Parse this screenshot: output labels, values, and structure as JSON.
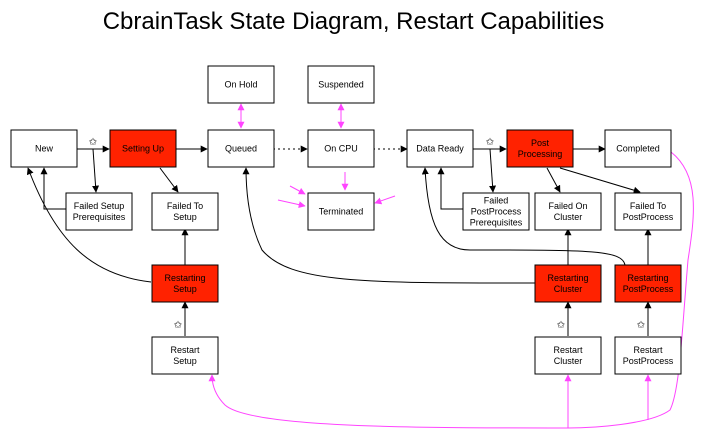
{
  "title": "CbrainTask State Diagram, Restart Capabilities",
  "colors": {
    "highlight": "#ff2200",
    "normal": "#ffffff",
    "edge": "#000000",
    "restart_edge": "#ff44ff"
  },
  "star_glyph": "✩",
  "nodes": [
    {
      "id": "on-hold",
      "lines": [
        "On Hold"
      ],
      "style": "normal"
    },
    {
      "id": "suspended",
      "lines": [
        "Suspended"
      ],
      "style": "normal"
    },
    {
      "id": "new",
      "lines": [
        "New"
      ],
      "style": "normal"
    },
    {
      "id": "setting-up",
      "lines": [
        "Setting Up"
      ],
      "style": "highlight"
    },
    {
      "id": "queued",
      "lines": [
        "Queued"
      ],
      "style": "normal"
    },
    {
      "id": "on-cpu",
      "lines": [
        "On CPU"
      ],
      "style": "normal"
    },
    {
      "id": "data-ready",
      "lines": [
        "Data Ready"
      ],
      "style": "normal"
    },
    {
      "id": "post-processing",
      "lines": [
        "Post",
        "Processing"
      ],
      "style": "highlight"
    },
    {
      "id": "completed",
      "lines": [
        "Completed"
      ],
      "style": "normal"
    },
    {
      "id": "failed-setup-prereq",
      "lines": [
        "Failed Setup",
        "Prerequisites"
      ],
      "style": "normal"
    },
    {
      "id": "failed-to-setup",
      "lines": [
        "Failed To",
        "Setup"
      ],
      "style": "normal"
    },
    {
      "id": "terminated",
      "lines": [
        "Terminated"
      ],
      "style": "normal"
    },
    {
      "id": "failed-postprocess-prereq",
      "lines": [
        "Failed",
        "PostProcess",
        "Prerequisites"
      ],
      "style": "normal"
    },
    {
      "id": "failed-on-cluster",
      "lines": [
        "Failed On",
        "Cluster"
      ],
      "style": "normal"
    },
    {
      "id": "failed-to-postprocess",
      "lines": [
        "Failed To",
        "PostProcess"
      ],
      "style": "normal"
    },
    {
      "id": "restarting-setup",
      "lines": [
        "Restarting",
        "Setup"
      ],
      "style": "highlight"
    },
    {
      "id": "restarting-cluster",
      "lines": [
        "Restarting",
        "Cluster"
      ],
      "style": "highlight"
    },
    {
      "id": "restarting-postprocess",
      "lines": [
        "Restarting",
        "PostProcess"
      ],
      "style": "highlight"
    },
    {
      "id": "restart-setup",
      "lines": [
        "Restart",
        "Setup"
      ],
      "style": "normal"
    },
    {
      "id": "restart-cluster",
      "lines": [
        "Restart",
        "Cluster"
      ],
      "style": "normal"
    },
    {
      "id": "restart-postprocess",
      "lines": [
        "Restart",
        "PostProcess"
      ],
      "style": "normal"
    }
  ]
}
